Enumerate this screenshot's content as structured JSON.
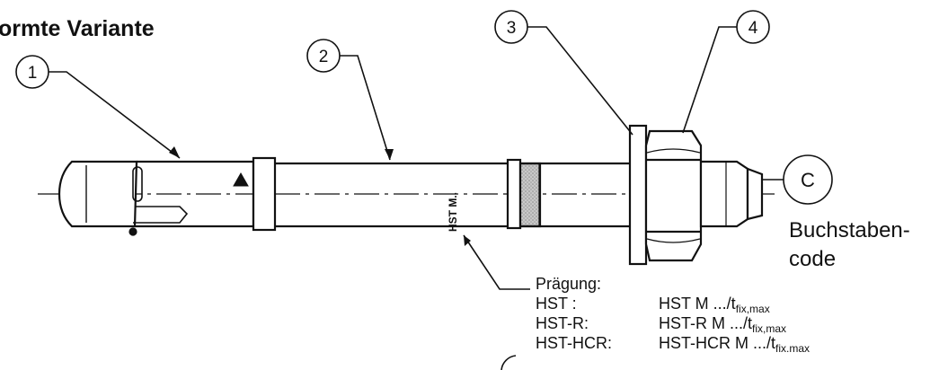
{
  "title": "ormte Variante",
  "callouts": [
    {
      "id": "callout-1",
      "label": "1"
    },
    {
      "id": "callout-2",
      "label": "2"
    },
    {
      "id": "callout-3",
      "label": "3"
    },
    {
      "id": "callout-4",
      "label": "4"
    },
    {
      "id": "callout-c",
      "label": "C"
    }
  ],
  "shank_marking": "HST M..",
  "letter_code": {
    "line1": "Buchstaben-",
    "line2": "code"
  },
  "embossing": {
    "heading": "Prägung:",
    "rows": [
      {
        "type": "HST :",
        "base": "HST M .../t",
        "sub": "fix,max"
      },
      {
        "type": "HST-R:",
        "base": "HST-R M .../t",
        "sub": "fix,max"
      },
      {
        "type": "HST-HCR:",
        "base": "HST-HCR M .../t",
        "sub": "fix.max"
      }
    ]
  },
  "colors": {
    "line": "#111111",
    "hatch": "#b8b8b8",
    "background": "#ffffff"
  }
}
